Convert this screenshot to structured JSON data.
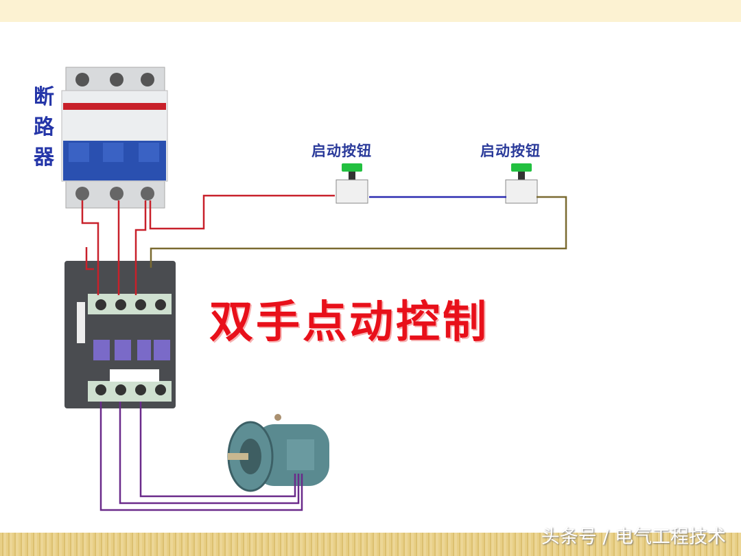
{
  "breaker_label": "断路器",
  "buttons": [
    {
      "label": "启动按钮"
    },
    {
      "label": "启动按钮"
    }
  ],
  "title": "双手点动控制",
  "watermark": "头条号 / 电气工程技术",
  "colors": {
    "title": "#e8101a",
    "labels": "#2536a8",
    "wire_power": "#c8202a",
    "wire_control_mid": "#2a2ab0",
    "wire_control_return": "#7a6a30",
    "wire_motor": "#6a2a8a",
    "button_cap": "#22c040"
  }
}
